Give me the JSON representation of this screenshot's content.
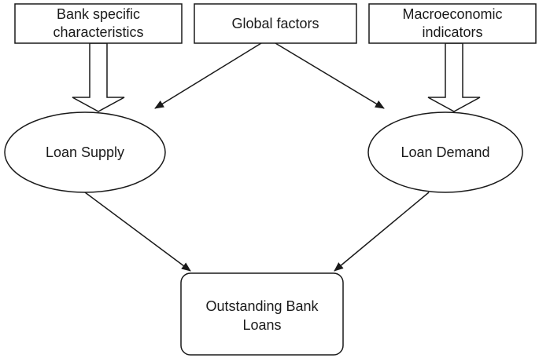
{
  "nodes": {
    "bank_specific": {
      "lines": [
        "Bank specific",
        "characteristics"
      ]
    },
    "global_factors": {
      "lines": [
        "Global factors"
      ]
    },
    "macroeconomic": {
      "lines": [
        "Macroeconomic",
        "indicators"
      ]
    },
    "loan_supply": {
      "lines": [
        "Loan Supply"
      ]
    },
    "loan_demand": {
      "lines": [
        "Loan Demand"
      ]
    },
    "outstanding": {
      "lines": [
        "Outstanding Bank",
        "Loans"
      ]
    }
  },
  "edges": [
    {
      "from": "bank_specific",
      "to": "loan_supply",
      "style": "hollow-block-arrow"
    },
    {
      "from": "macroeconomic",
      "to": "loan_demand",
      "style": "hollow-block-arrow"
    },
    {
      "from": "global_factors",
      "to": "loan_supply",
      "style": "line-arrow"
    },
    {
      "from": "global_factors",
      "to": "loan_demand",
      "style": "line-arrow"
    },
    {
      "from": "loan_supply",
      "to": "outstanding",
      "style": "line-arrow"
    },
    {
      "from": "loan_demand",
      "to": "outstanding",
      "style": "line-arrow"
    }
  ],
  "colors": {
    "stroke": "#1a1a1a",
    "fill": "#ffffff",
    "text": "#1a1a1a"
  }
}
